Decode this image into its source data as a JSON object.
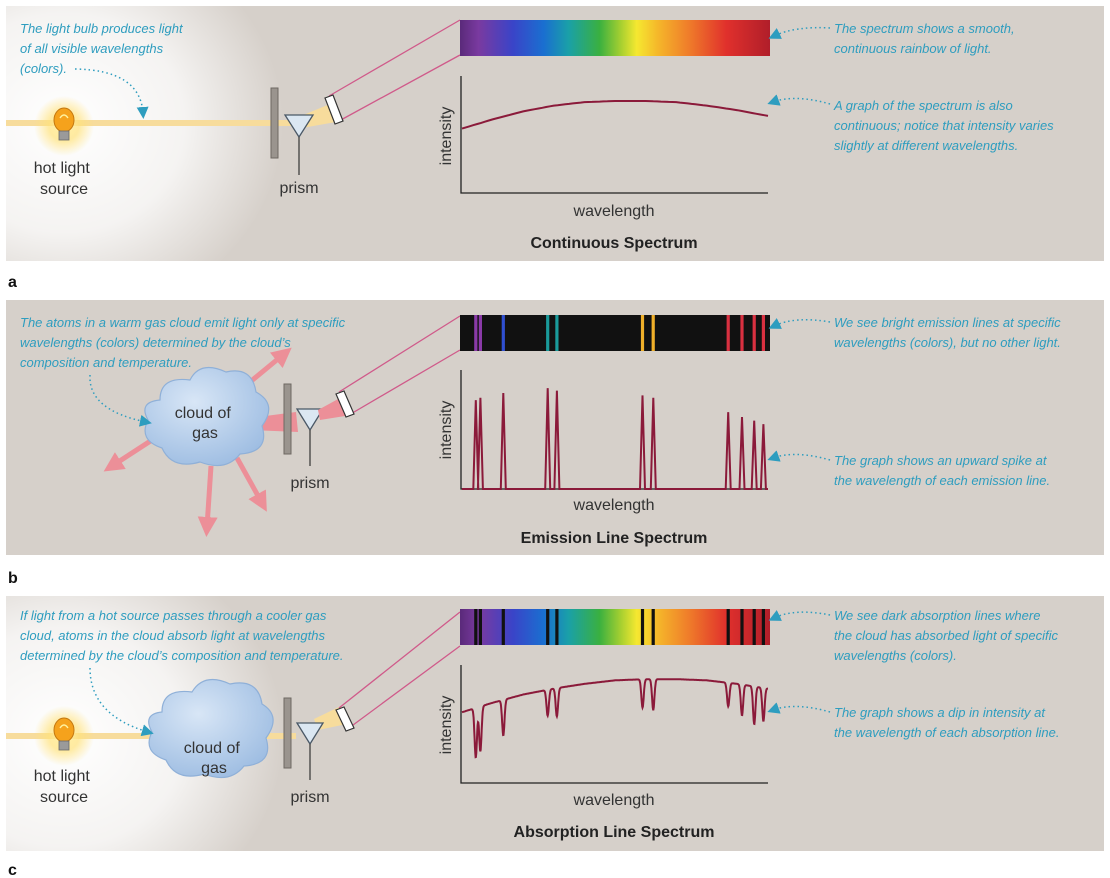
{
  "colors": {
    "panel": "#d6d0ca",
    "caption": "#2e9dbf",
    "curve": "#8b1a3a",
    "beam": "#f7dc9c",
    "emission_arrow": "#ec8f98",
    "cloud": "#a9c4e3"
  },
  "icons": [
    "light-bulb-icon",
    "cloud-icon",
    "prism-icon",
    "slit-icon"
  ],
  "panels": [
    {
      "letter": "a",
      "source_label": [
        "hot light",
        "source"
      ],
      "prism_label": "prism",
      "title": "Continuous Spectrum",
      "ylabel": "intensity",
      "xlabel": "wavelength",
      "caption_left": [
        "The light bulb produces light",
        "of all visible wavelengths",
        "(colors)."
      ],
      "caption_right_top": [
        "The spectrum shows a smooth,",
        "continuous rainbow of light."
      ],
      "caption_right_bottom": [
        "A graph of the spectrum is also",
        "continuous; notice that intensity varies",
        "slightly at different wavelengths."
      ]
    },
    {
      "letter": "b",
      "cloud_label": [
        "cloud of",
        "gas"
      ],
      "prism_label": "prism",
      "title": "Emission Line Spectrum",
      "ylabel": "intensity",
      "xlabel": "wavelength",
      "caption_left": [
        "The atoms in a warm gas cloud emit light only at specific",
        "wavelengths (colors) determined by the cloud’s",
        "composition and temperature."
      ],
      "caption_right_top": [
        "We see bright emission lines at specific",
        "wavelengths (colors), but no other light."
      ],
      "caption_right_bottom": [
        "The graph shows an upward spike at",
        "the wavelength of each emission line."
      ]
    },
    {
      "letter": "c",
      "source_label": [
        "hot light",
        "source"
      ],
      "cloud_label": [
        "cloud of",
        "gas"
      ],
      "prism_label": "prism",
      "title": "Absorption Line Spectrum",
      "ylabel": "intensity",
      "xlabel": "wavelength",
      "caption_left": [
        "If light from a hot source passes through a cooler gas",
        "cloud, atoms in the cloud absorb light at wavelengths",
        "determined by the cloud’s composition and temperature."
      ],
      "caption_right_top": [
        "We see dark absorption lines where",
        "the cloud has absorbed light of specific",
        "wavelengths (colors)."
      ],
      "caption_right_bottom": [
        "The graph shows a dip in intensity at",
        "the wavelength of each absorption line."
      ]
    }
  ],
  "chart_data": [
    {
      "type": "line",
      "title": "Continuous Spectrum",
      "xlabel": "wavelength",
      "ylabel": "intensity",
      "x": [
        0,
        0.1,
        0.2,
        0.3,
        0.4,
        0.5,
        0.6,
        0.7,
        0.8,
        0.9,
        1.0
      ],
      "values": [
        0.56,
        0.64,
        0.71,
        0.76,
        0.79,
        0.8,
        0.8,
        0.79,
        0.76,
        0.72,
        0.67
      ]
    },
    {
      "type": "line",
      "title": "Emission Line Spectrum",
      "xlabel": "wavelength",
      "ylabel": "intensity",
      "lines": [
        {
          "position": 0.045,
          "strength": 0.74,
          "color": "#8a3aa8"
        },
        {
          "position": 0.06,
          "strength": 0.76,
          "color": "#8a3aa8"
        },
        {
          "position": 0.135,
          "strength": 0.8,
          "color": "#2f4fd0"
        },
        {
          "position": 0.28,
          "strength": 0.84,
          "color": "#1a9a9a"
        },
        {
          "position": 0.31,
          "strength": 0.82,
          "color": "#1a9a9a"
        },
        {
          "position": 0.59,
          "strength": 0.78,
          "color": "#f0b02a"
        },
        {
          "position": 0.625,
          "strength": 0.76,
          "color": "#f0b02a"
        },
        {
          "position": 0.87,
          "strength": 0.64,
          "color": "#d83040"
        },
        {
          "position": 0.915,
          "strength": 0.6,
          "color": "#d83040"
        },
        {
          "position": 0.955,
          "strength": 0.57,
          "color": "#d83040"
        },
        {
          "position": 0.985,
          "strength": 0.54,
          "color": "#d83040"
        }
      ]
    },
    {
      "type": "line",
      "title": "Absorption Line Spectrum",
      "xlabel": "wavelength",
      "ylabel": "intensity",
      "x": [
        0,
        0.1,
        0.2,
        0.3,
        0.4,
        0.5,
        0.6,
        0.7,
        0.8,
        0.9,
        1.0
      ],
      "values": [
        0.6,
        0.68,
        0.75,
        0.8,
        0.84,
        0.87,
        0.88,
        0.88,
        0.87,
        0.84,
        0.8
      ],
      "lines": [
        {
          "position": 0.045,
          "depth": 0.42
        },
        {
          "position": 0.06,
          "depth": 0.38
        },
        {
          "position": 0.135,
          "depth": 0.3
        },
        {
          "position": 0.28,
          "depth": 0.22
        },
        {
          "position": 0.31,
          "depth": 0.24
        },
        {
          "position": 0.59,
          "depth": 0.24
        },
        {
          "position": 0.625,
          "depth": 0.26
        },
        {
          "position": 0.87,
          "depth": 0.2
        },
        {
          "position": 0.915,
          "depth": 0.26
        },
        {
          "position": 0.955,
          "depth": 0.32
        },
        {
          "position": 0.985,
          "depth": 0.28
        }
      ]
    }
  ]
}
